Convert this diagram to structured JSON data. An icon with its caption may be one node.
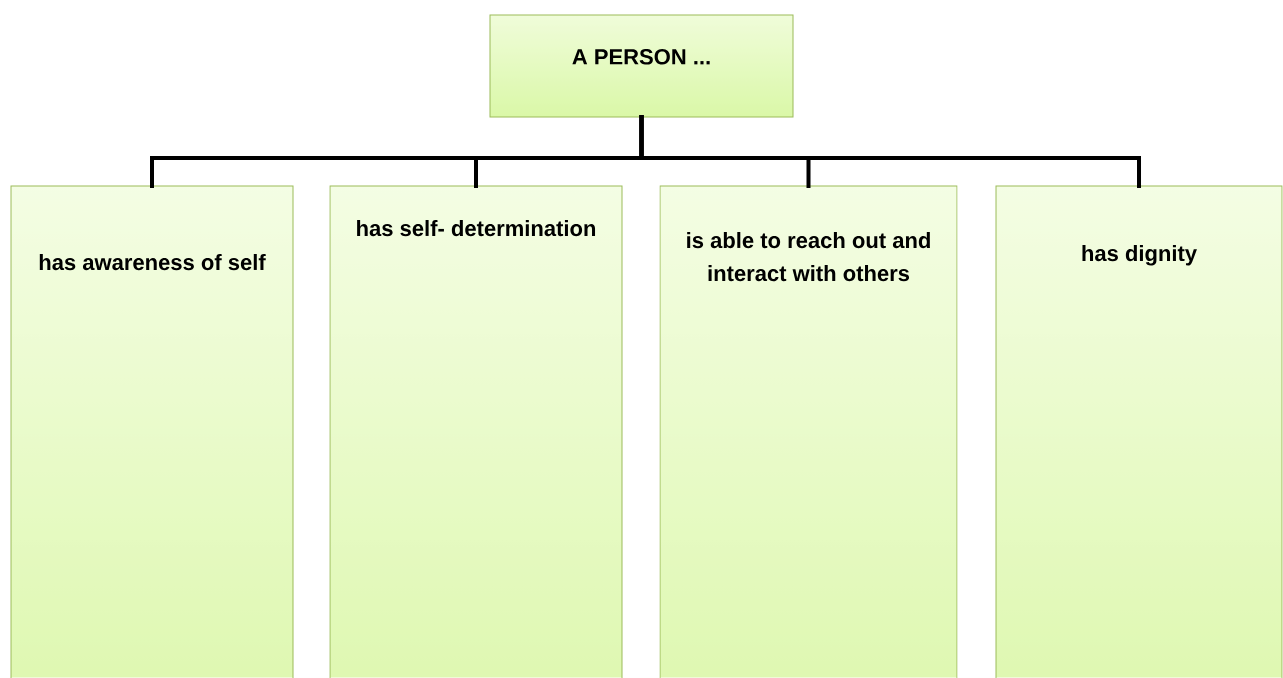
{
  "diagram": {
    "nodes": [
      {
        "text": [
          "A PERSON ..."
        ]
      },
      {
        "text": [
          "has awareness of self"
        ]
      },
      {
        "text": [
          "has self- determination"
        ]
      },
      {
        "text": [
          "is able to reach out and interact with others"
        ]
      },
      {
        "text": [
          "has dignity"
        ]
      }
    ],
    "edges": [
      {
        "from": 0,
        "to": 1,
        "arrow": "none"
      },
      {
        "from": 0,
        "to": 2,
        "arrow": "none"
      },
      {
        "from": 0,
        "to": 3,
        "arrow": "none"
      },
      {
        "from": 0,
        "to": 4,
        "arrow": "none"
      }
    ]
  }
}
